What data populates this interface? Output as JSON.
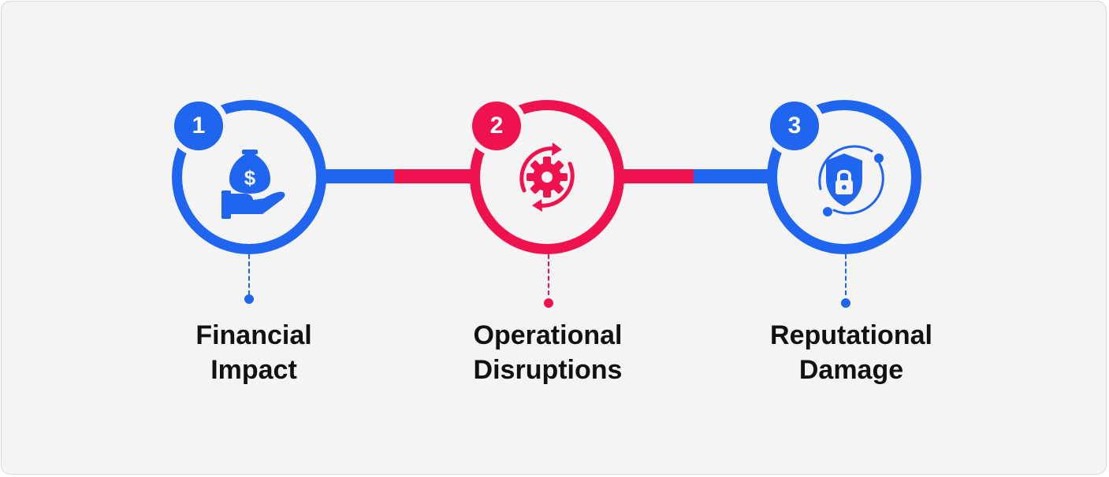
{
  "colors": {
    "blue": "#1f65f0",
    "red": "#f0124e",
    "background": "#f4f4f4",
    "text": "#111111"
  },
  "steps": [
    {
      "number": "1",
      "label_line1": "Financial",
      "label_line2": "Impact",
      "color": "#1f65f0",
      "icon": "money-bag-hand-icon"
    },
    {
      "number": "2",
      "label_line1": "Operational",
      "label_line2": "Disruptions",
      "color": "#f0124e",
      "icon": "gear-cycle-icon"
    },
    {
      "number": "3",
      "label_line1": "Reputational",
      "label_line2": "Damage",
      "color": "#1f65f0",
      "icon": "shield-lock-icon"
    }
  ]
}
